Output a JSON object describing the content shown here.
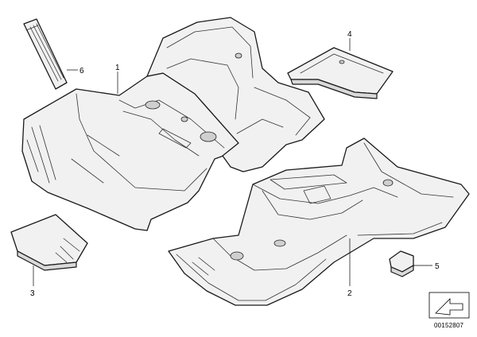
{
  "callouts": {
    "c1": "1",
    "c2": "2",
    "c3": "3",
    "c4": "4",
    "c5": "5",
    "c6": "6"
  },
  "document_number": "00152807",
  "colors": {
    "line": "#1a1a1a",
    "fill": "#f1f1f1",
    "shade": "#d9d9d9"
  },
  "icons": {
    "corner": "arrow-box-icon"
  }
}
